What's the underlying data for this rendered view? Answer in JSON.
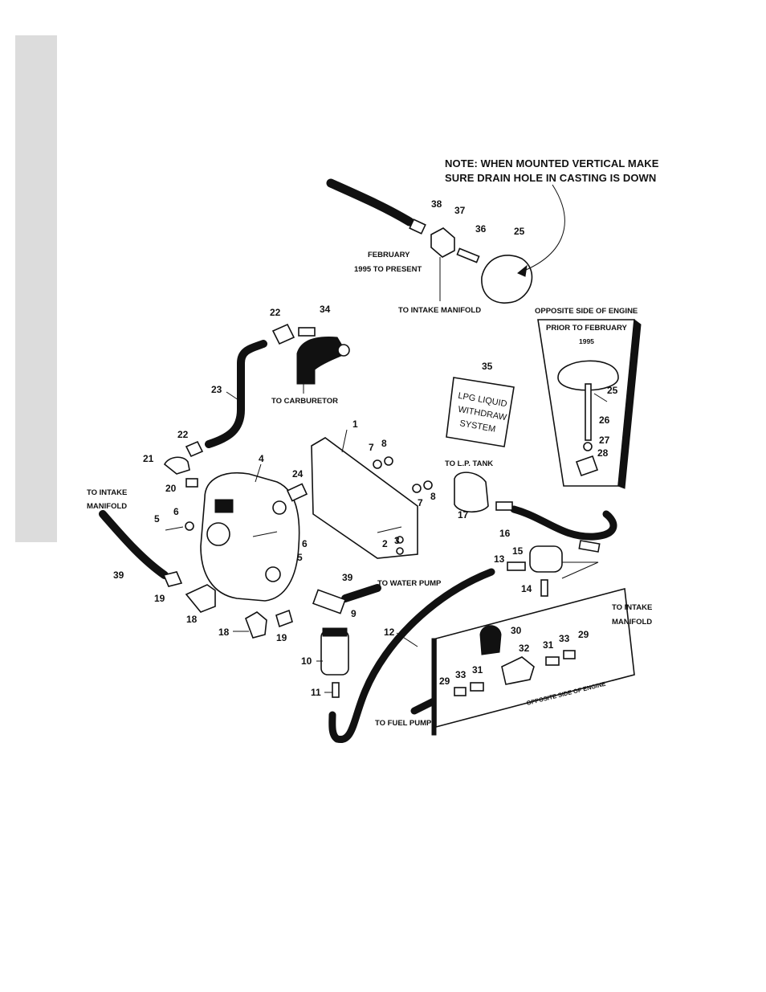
{
  "note": {
    "line1": "NOTE: WHEN MOUNTED VERTICAL MAKE",
    "line2": "SURE DRAIN HOLE IN CASTING IS DOWN"
  },
  "captions": {
    "february": "FEBRUARY",
    "to_present": "1995 TO PRESENT",
    "to_intake_manifold_top": "TO INTAKE MANIFOLD",
    "opposite_side_top": "OPPOSITE SIDE OF ENGINE",
    "prior_to_february": "PRIOR TO FEBRUARY",
    "year_1995": "1995",
    "to_carburetor": "TO CARBURETOR",
    "to_lp_tank": "TO L.P. TANK",
    "to_intake_left_1": "TO INTAKE",
    "to_intake_left_2": "MANIFOLD",
    "to_water_pump": "TO WATER PUMP",
    "to_intake_right_1": "TO INTAKE",
    "to_intake_right_2": "MANIFOLD",
    "opposite_side_bottom": "OPPOSITE SIDE OF ENGINE",
    "to_fuel_pump": "TO FUEL PUMP",
    "sign_line1": "LPG LIQUID",
    "sign_line2": "WITHDRAW",
    "sign_line3": "SYSTEM"
  },
  "callouts": {
    "n1": "1",
    "n2": "2",
    "n3": "3",
    "n4": "4",
    "n5a": "5",
    "n5b": "5",
    "n6a": "6",
    "n6b": "6",
    "n7a": "7",
    "n7b": "7",
    "n8a": "8",
    "n8b": "8",
    "n9": "9",
    "n10": "10",
    "n11": "11",
    "n12": "12",
    "n13": "13",
    "n14": "14",
    "n15": "15",
    "n16": "16",
    "n17": "17",
    "n18a": "18",
    "n18b": "18",
    "n19a": "19",
    "n19b": "19",
    "n20": "20",
    "n21": "21",
    "n22a": "22",
    "n22b": "22",
    "n23": "23",
    "n24": "24",
    "n25a": "25",
    "n25b": "25",
    "n26": "26",
    "n27": "27",
    "n28": "28",
    "n29a": "29",
    "n29b": "29",
    "n30": "30",
    "n31a": "31",
    "n31b": "31",
    "n32": "32",
    "n33a": "33",
    "n33b": "33",
    "n34": "34",
    "n35": "35",
    "n36": "36",
    "n37": "37",
    "n38": "38",
    "n39a": "39",
    "n39b": "39"
  }
}
